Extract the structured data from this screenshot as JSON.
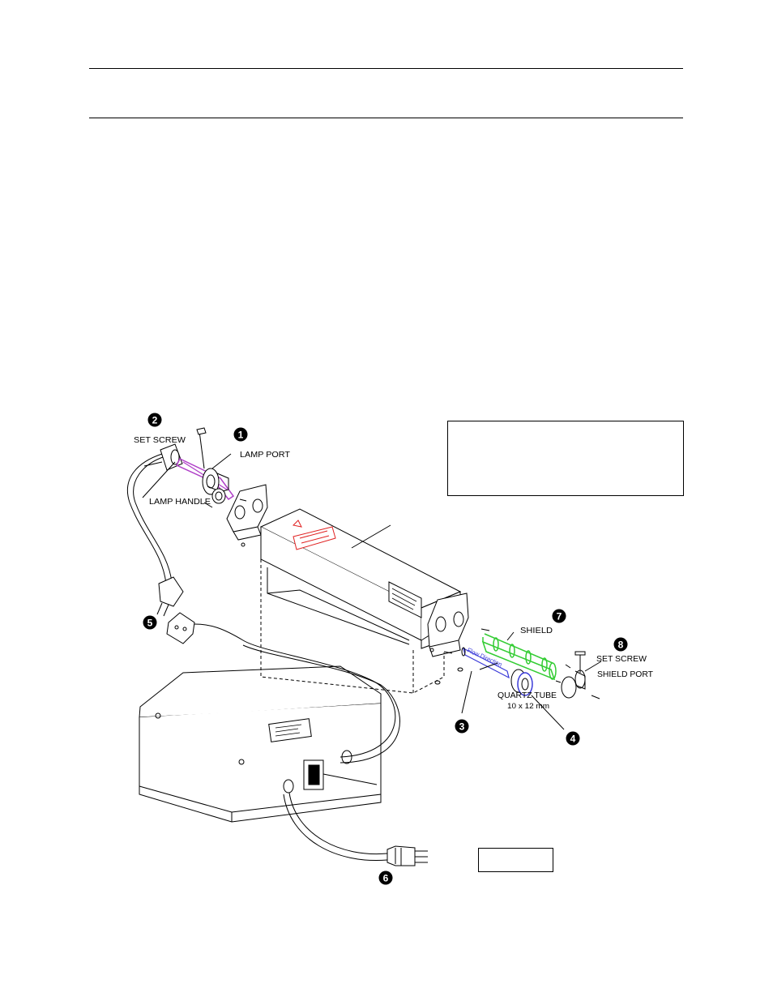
{
  "labels": {
    "set_screw_left": "SET SCREW",
    "lamp_port": "LAMP PORT",
    "lamp_handle": "LAMP HANDLE",
    "shield": "SHIELD",
    "set_screw_right": "SET SCREW",
    "shield_port": "SHIELD PORT",
    "quartz_tube": "QUARTZ TUBE",
    "quartz_tube_size": "10 x 12 mm",
    "flow_direction": "Flow Direction"
  },
  "callouts": {
    "c1": "1",
    "c2": "2",
    "c3": "3",
    "c4": "4",
    "c5": "5",
    "c6": "6",
    "c7": "7",
    "c8": "8"
  },
  "colors": {
    "lamp_purple": "#b040c8",
    "shield_green": "#33cc33",
    "tube_blue": "#3a3ad8",
    "warning_red": "#e02020"
  }
}
